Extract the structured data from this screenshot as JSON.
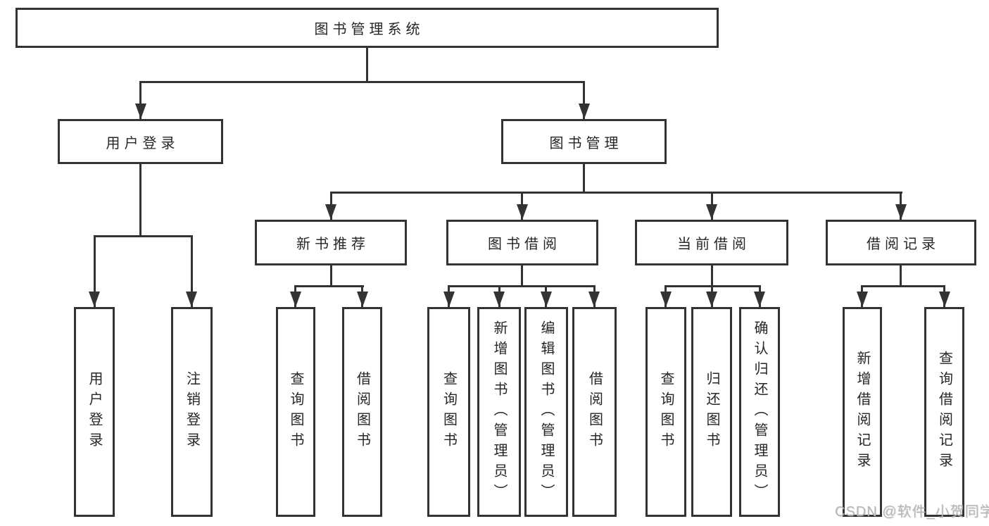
{
  "tree": {
    "label": "图书管理系统",
    "children": [
      {
        "label": "用户登录",
        "children": [
          {
            "label": "用户登录"
          },
          {
            "label": "注销登录"
          }
        ]
      },
      {
        "label": "图书管理",
        "children": [
          {
            "label": "新书推荐",
            "children": [
              {
                "label": "查询图书"
              },
              {
                "label": "借阅图书"
              }
            ]
          },
          {
            "label": "图书借阅",
            "children": [
              {
                "label": "查询图书"
              },
              {
                "label": "新增图书（管理员）"
              },
              {
                "label": "编辑图书（管理员）"
              },
              {
                "label": "借阅图书"
              }
            ]
          },
          {
            "label": "当前借阅",
            "children": [
              {
                "label": "查询图书"
              },
              {
                "label": "归还图书"
              },
              {
                "label": "确认归还（管理员）"
              }
            ]
          },
          {
            "label": "借阅记录",
            "children": [
              {
                "label": "新增借阅记录"
              },
              {
                "label": "查询借阅记录"
              }
            ]
          }
        ]
      }
    ]
  },
  "watermark": {
    "text": "CSDN @软件_小贺同学"
  },
  "colors": {
    "line": "#333333",
    "text": "#262626",
    "watermark": "#b6b6b6",
    "background": "#ffffff"
  }
}
